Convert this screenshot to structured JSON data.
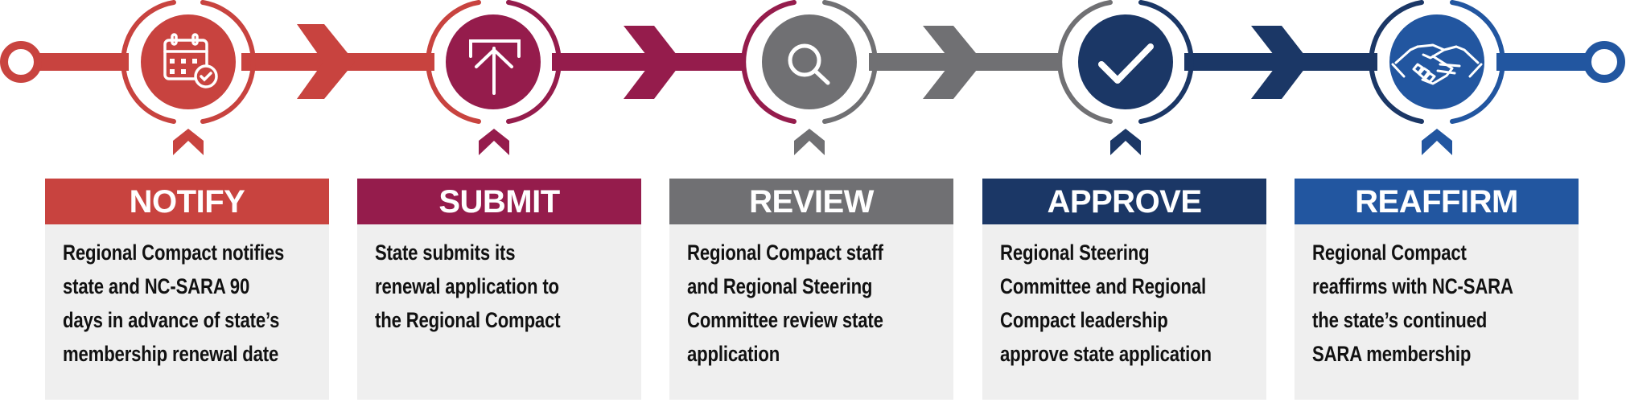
{
  "colors": {
    "notify": "#c8433f",
    "submit": "#951c4c",
    "review": "#707073",
    "approve": "#1b3766",
    "reaffirm": "#2256a0",
    "card_body_bg": "#efefef",
    "text": "#111111"
  },
  "steps": [
    {
      "title": "NOTIFY",
      "icon": "calendar-check-icon",
      "description": "Regional Compact notifies\nstate and NC-SARA 90\ndays in advance of state’s\nmembership renewal date"
    },
    {
      "title": "SUBMIT",
      "icon": "upload-arrow-icon",
      "description": "State submits its\nrenewal application to\nthe Regional Compact"
    },
    {
      "title": "REVIEW",
      "icon": "magnifier-icon",
      "description": "Regional Compact staff\nand Regional Steering\nCommittee review state\napplication"
    },
    {
      "title": "APPROVE",
      "icon": "checkmark-icon",
      "description": "Regional Steering\nCommittee and Regional\nCompact leadership\napprove state application"
    },
    {
      "title": "REAFFIRM",
      "icon": "handshake-icon",
      "description": "Regional Compact\nreaffirms with NC-SARA\nthe state’s continued\nSARA membership"
    }
  ]
}
